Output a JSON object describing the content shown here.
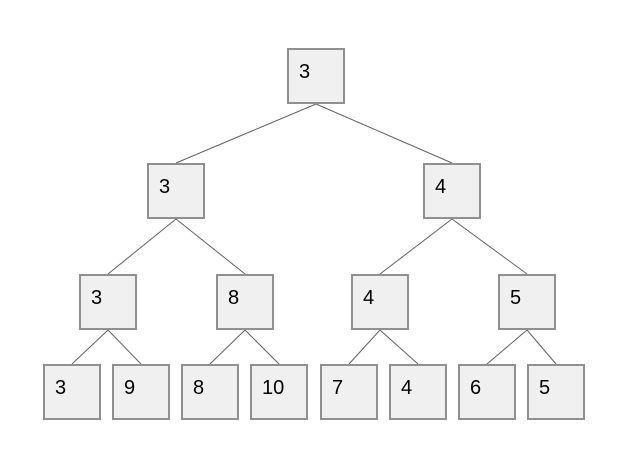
{
  "colors": {
    "background": "#ffffff",
    "node_fill": "#f0f0f0",
    "node_border": "#909090",
    "edge_line": "#616161",
    "label_text": "#000000"
  },
  "tree": {
    "type": "binary-tree",
    "levels": [
      {
        "nodes": [
          {
            "label": "3"
          }
        ]
      },
      {
        "nodes": [
          {
            "label": "3"
          },
          {
            "label": "4"
          }
        ]
      },
      {
        "nodes": [
          {
            "label": "3"
          },
          {
            "label": "8"
          },
          {
            "label": "4"
          },
          {
            "label": "5"
          }
        ]
      },
      {
        "nodes": [
          {
            "label": "3"
          },
          {
            "label": "9"
          },
          {
            "label": "8"
          },
          {
            "label": "10"
          },
          {
            "label": "7"
          },
          {
            "label": "4"
          },
          {
            "label": "6"
          },
          {
            "label": "5"
          }
        ]
      }
    ]
  }
}
